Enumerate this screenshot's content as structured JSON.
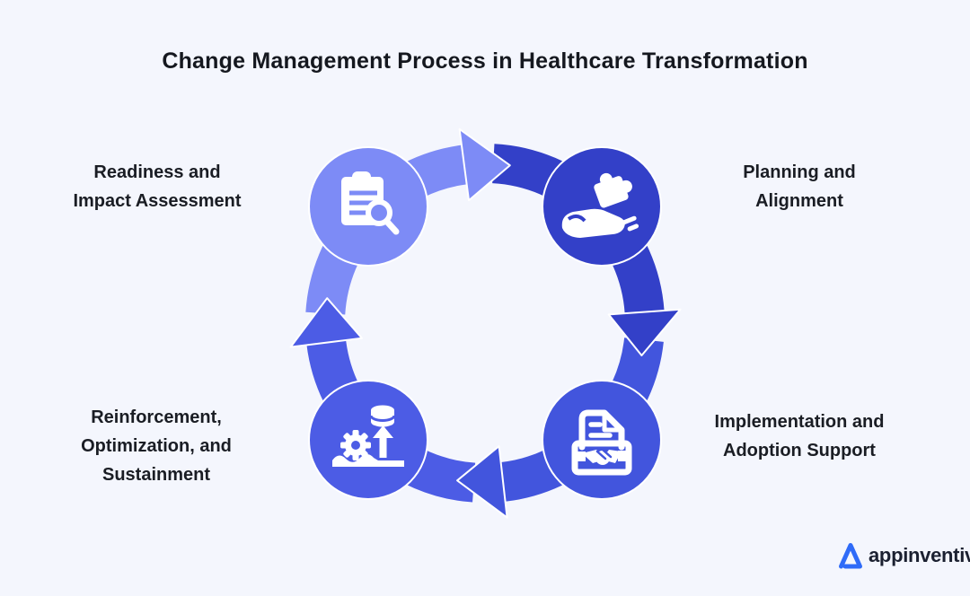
{
  "title": "Change Management Process in Healthcare Transformation",
  "background_color": "#f4f6fd",
  "diagram": {
    "type": "cycle",
    "direction": "clockwise",
    "nodes": [
      {
        "label_lines": [
          "Readiness and",
          "Impact Assessment"
        ],
        "color": "#7d8bf6",
        "icon": "clipboard-search-icon"
      },
      {
        "label_lines": [
          "Planning and",
          "Alignment"
        ],
        "color": "#3340c8",
        "icon": "hand-puzzle-icon"
      },
      {
        "label_lines": [
          "Implementation and",
          "Adoption Support"
        ],
        "color": "#4255dd",
        "icon": "document-handshake-icon"
      },
      {
        "label_lines": [
          "Reinforcement,",
          "Optimization, and",
          "Sustainment"
        ],
        "color": "#4c5ce5",
        "icon": "gear-growth-icon"
      }
    ]
  },
  "footer": {
    "brand": "appinventiv",
    "logo_color": "#2f6bf8",
    "text_color": "#1b2030"
  }
}
